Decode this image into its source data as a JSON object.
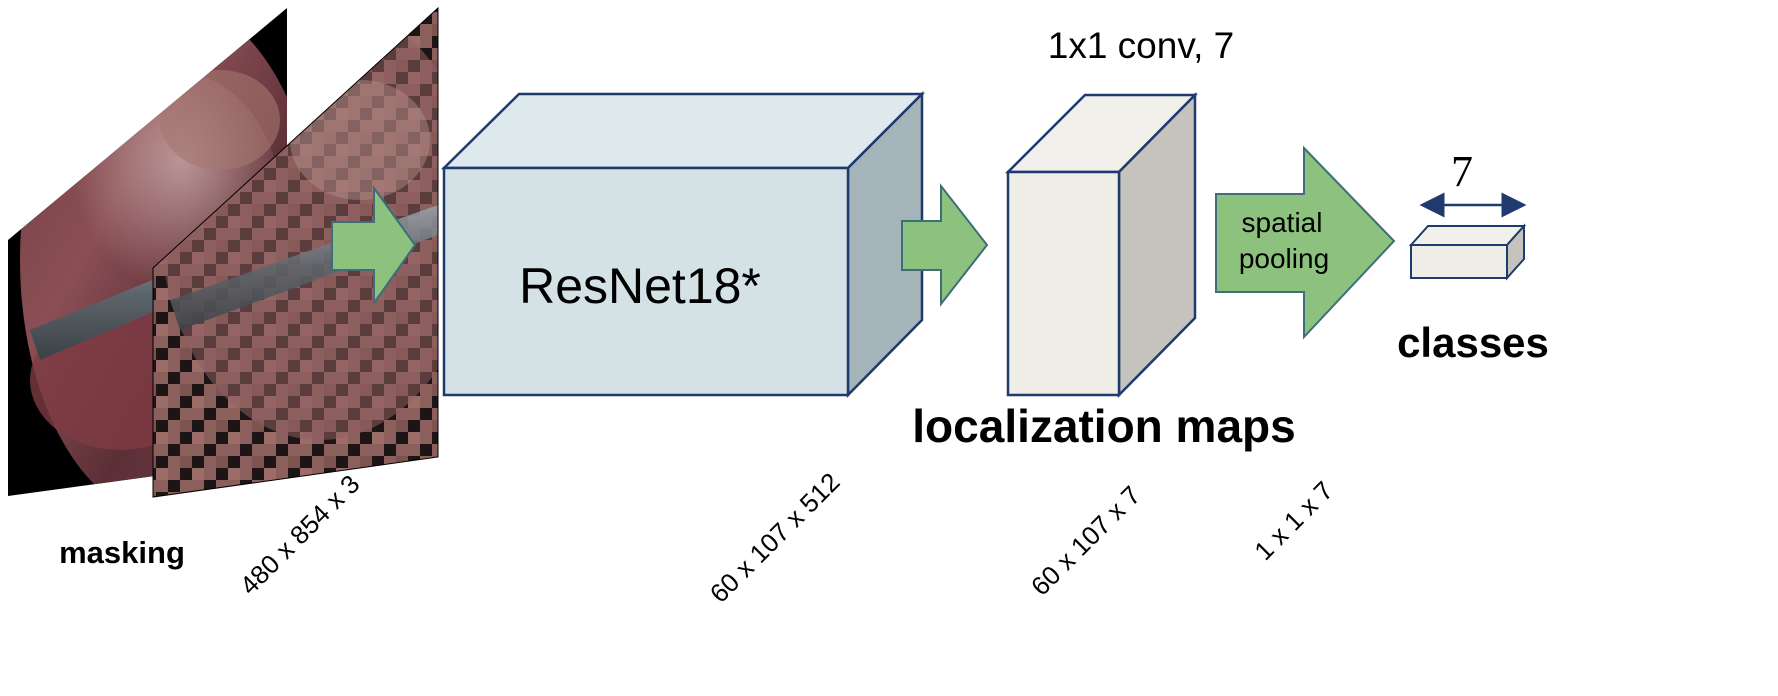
{
  "labels": {
    "masking": "masking",
    "backbone": "ResNet18*",
    "conv": "1x1 conv, 7",
    "pooling_line1": "spatial",
    "pooling_line2": "pooling",
    "class_count": "7",
    "classes": "classes",
    "localization_maps": "localization maps"
  },
  "dimensions": {
    "input": "480 x 854 x 3",
    "backbone_output": "60 x 107 x 512",
    "localization_maps": "60 x 107 x 7",
    "pooled": "1 x 1 x 7"
  },
  "colors": {
    "block_front": "#d4e2e6",
    "block_top": "#dde9ec",
    "block_side": "#a5b4b8",
    "map_front": "#eeede6",
    "map_top": "#f1f0ea",
    "map_side": "#c5c3bd",
    "outline": "#1f3a6e",
    "arrow_fill": "#8cc27d",
    "arrow_stroke": "#3d6e7a"
  },
  "icons": {
    "original_frame": "surgical-frame-image",
    "masked_frame": "masked-surgical-frame-image"
  }
}
